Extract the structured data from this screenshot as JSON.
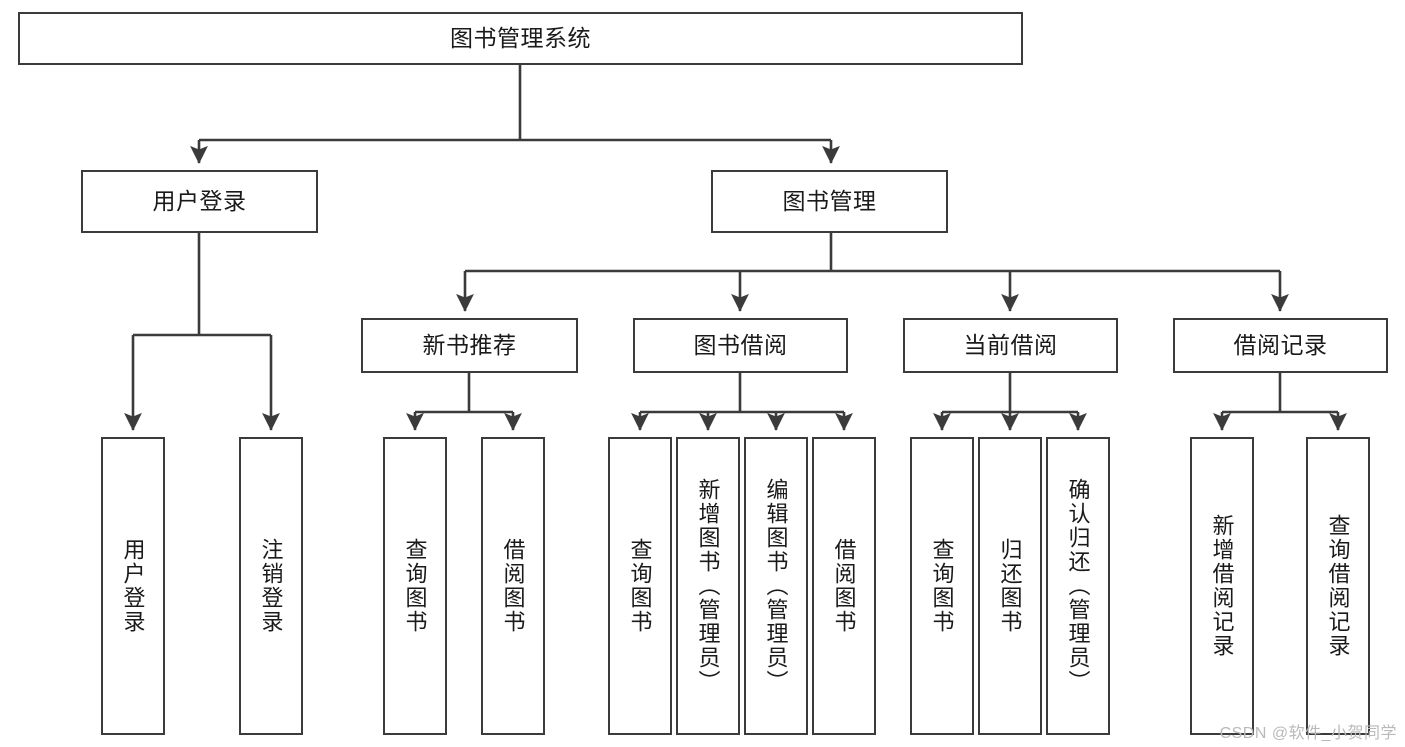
{
  "diagram": {
    "title": "图书管理系统",
    "type": "tree",
    "watermark": "CSDN @软件_小贺同学",
    "colors": {
      "box_border": "#3b3b3b",
      "box_fill": "#ffffff",
      "edge": "#3b3b3b",
      "text": "#1a1a1a",
      "watermark": "#b9b9b9",
      "background": "#ffffff"
    },
    "nodes": {
      "root": {
        "label": "图书管理系统"
      },
      "level2": [
        {
          "id": "user-login",
          "label": "用户登录"
        },
        {
          "id": "book-manage",
          "label": "图书管理"
        }
      ],
      "level3": [
        {
          "id": "new-book-recommend",
          "label": "新书推荐"
        },
        {
          "id": "book-borrow",
          "label": "图书借阅"
        },
        {
          "id": "current-borrow",
          "label": "当前借阅"
        },
        {
          "id": "borrow-record",
          "label": "借阅记录"
        }
      ],
      "leaves": {
        "user-login": [
          {
            "id": "leaf-user-login",
            "label": "用户登录"
          },
          {
            "id": "leaf-logout-login",
            "label": "注销登录"
          }
        ],
        "new-book-recommend": [
          {
            "id": "leaf-query-book-1",
            "label": "查询图书"
          },
          {
            "id": "leaf-borrow-book-1",
            "label": "借阅图书"
          }
        ],
        "book-borrow": [
          {
            "id": "leaf-query-book-2",
            "label": "查询图书"
          },
          {
            "id": "leaf-add-book",
            "label": "新增图书（管理员）"
          },
          {
            "id": "leaf-edit-book",
            "label": "编辑图书（管理员）"
          },
          {
            "id": "leaf-borrow-book-2",
            "label": "借阅图书"
          }
        ],
        "current-borrow": [
          {
            "id": "leaf-query-book-3",
            "label": "查询图书"
          },
          {
            "id": "leaf-return-book",
            "label": "归还图书"
          },
          {
            "id": "leaf-confirm-return",
            "label": "确认归还（管理员）"
          }
        ],
        "borrow-record": [
          {
            "id": "leaf-add-record",
            "label": "新增借阅记录"
          },
          {
            "id": "leaf-query-record",
            "label": "查询借阅记录"
          }
        ]
      }
    }
  }
}
